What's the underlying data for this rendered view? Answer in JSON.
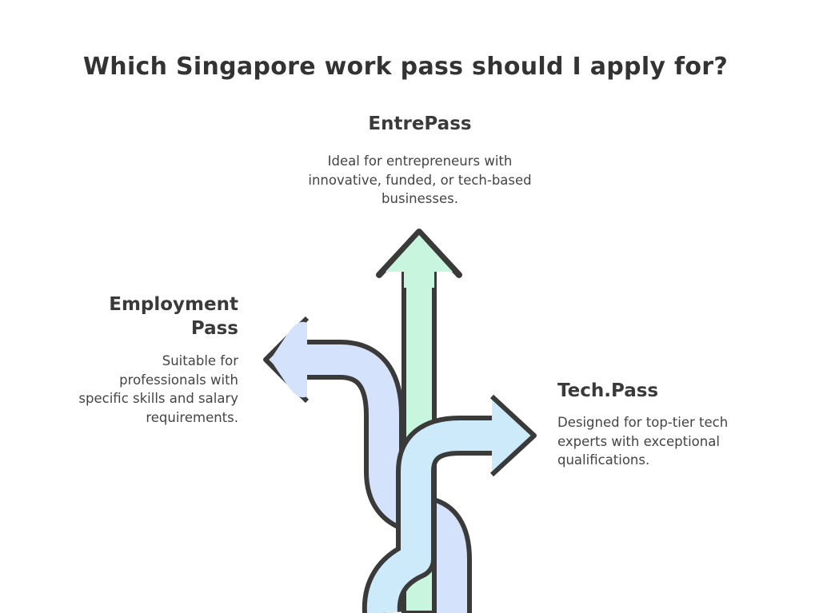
{
  "title": "Which Singapore work pass should I apply for?",
  "options": [
    {
      "id": "entrepass",
      "heading": "EntrePass",
      "description": "Ideal for entrepreneurs with innovative, funded, or tech-based businesses.",
      "color": "#c8f5de",
      "direction": "up"
    },
    {
      "id": "employment-pass",
      "heading": "Employment Pass",
      "description": "Suitable for professionals with specific skills and salary requirements.",
      "color": "#d4e3fb",
      "direction": "left"
    },
    {
      "id": "tech-pass",
      "heading": "Tech.Pass",
      "description": "Designed for top-tier tech experts with exceptional qualifications.",
      "color": "#cdeafa",
      "direction": "right"
    }
  ],
  "colors": {
    "outline": "#3a3a3a",
    "text": "#444444"
  }
}
